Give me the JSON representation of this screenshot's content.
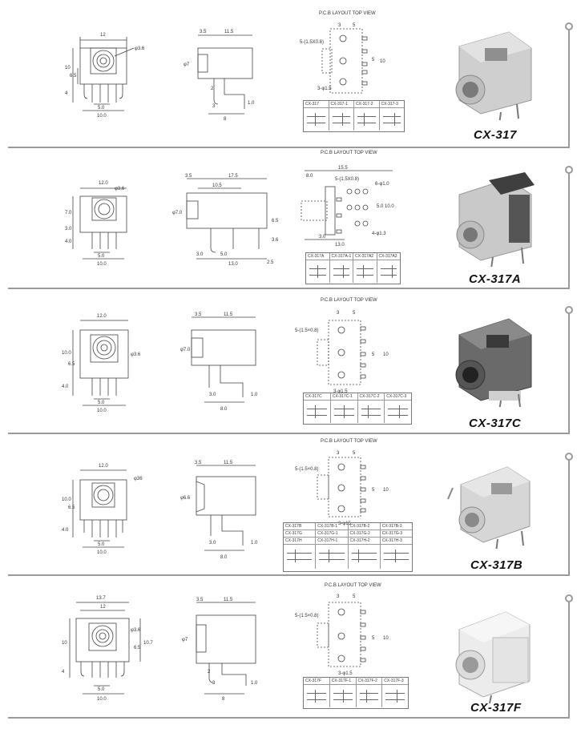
{
  "pcb_title": "P.C.B LAYOUT    TOP VIEW",
  "colors": {
    "frame": "#9a9a9a",
    "part_light": "#d4d4d4",
    "part_dark": "#555555",
    "line": "#444444"
  },
  "sections": [
    {
      "model": "CX-317",
      "front": {
        "width_top": "12",
        "hole": "φ3.6",
        "height_total": "10",
        "height_mid": "6.5",
        "pin_len": "4",
        "pin_pitch": "5.0",
        "width_bottom": "10.0"
      },
      "side": {
        "a": "3.5",
        "b": "11.5",
        "dia": "φ7",
        "pin": "2",
        "c": "3",
        "d": "8",
        "e": "1.0"
      },
      "pcb": {
        "top1": "3",
        "top2": "5",
        "slot": "5-(1.5X0.8)",
        "v1": "5",
        "v2": "10",
        "hole": "3-φ1.5"
      },
      "table": [
        [
          "CX-317",
          "CX-317-1",
          "CX-317-2",
          "CX-317-3"
        ]
      ]
    },
    {
      "model": "CX-317A",
      "front": {
        "width_top": "12.0",
        "hole": "φ3.6",
        "height_total": "7.0",
        "height_mid": "3.0",
        "pin_len": "4.0",
        "pin_pitch": "5.0",
        "width_bottom": "10.0"
      },
      "side": {
        "a": "3.5",
        "b": "17.5",
        "c2": "10.5",
        "dia": "φ7.0",
        "d": "3.0",
        "e": "5.0",
        "f": "13.0",
        "g": "2.5",
        "h": "6.5",
        "i": "3.6"
      },
      "pcb": {
        "top0": "15.5",
        "top1": "8.0",
        "slot": "5-(1.5X0.8)",
        "hole6": "6-φ1.0",
        "v1": "5.0",
        "v2": "10.0",
        "hole4": "4-φ1.3",
        "bot1": "3.0",
        "bot2": "13.0"
      },
      "table": [
        [
          "CX-317A",
          "CX-317A-1",
          "CX-317A2",
          "CX-317A3"
        ]
      ]
    },
    {
      "model": "CX-317C",
      "front": {
        "width_top": "12.0",
        "hole": "φ3.6",
        "height_total": "10.0",
        "height_mid": "6.5",
        "pin_len": "4.0",
        "pin_pitch": "5.0",
        "width_bottom": "10.0"
      },
      "side": {
        "a": "3.5",
        "b": "11.5",
        "dia": "φ7.0",
        "c": "3.0",
        "d": "8.0",
        "e": "1.0"
      },
      "pcb": {
        "top1": "3",
        "top2": "5",
        "slot": "5-(1.5×0.8)",
        "v1": "5",
        "v2": "10",
        "hole": "3-φ1.5"
      },
      "table": [
        [
          "CX-317C",
          "CX-317C-1",
          "CX-317C-2",
          "CX-317C-3"
        ]
      ]
    },
    {
      "model": "CX-317B",
      "front": {
        "width_top": "12.0",
        "hole": "φ36",
        "height_total": "10.0",
        "height_mid": "6.5",
        "pin_len": "4.0",
        "pin_pitch": "5.0",
        "width_bottom": "10.0"
      },
      "side": {
        "a": "3.5",
        "b": "11.5",
        "dia": "φ6.6",
        "c": "3.0",
        "d": "8.0",
        "e": "1.0"
      },
      "pcb": {
        "top1": "3",
        "top2": "5",
        "slot": "5-(1.5×0.8)",
        "v1": "5",
        "v2": "10",
        "hole": "3-φ15"
      },
      "table": [
        [
          "CX-317B",
          "CX-317B-1",
          "CX-317B-2",
          "CX-317B-3"
        ],
        [
          "CX-317G",
          "CX-317G-1",
          "CX-317G-2",
          "CX-317G-3"
        ],
        [
          "CX-317H",
          "CX-317H-1",
          "CX-317H-2",
          "CX-317H-3"
        ]
      ]
    },
    {
      "model": "CX-317F",
      "front": {
        "width_top": "13.7",
        "width_top2": "12",
        "hole": "φ3.6",
        "height_total": "10",
        "height_mid": "6.5",
        "height_right": "10.7",
        "pin_len": "4",
        "pin_pitch": "5.0",
        "width_bottom": "10.0"
      },
      "side": {
        "a": "3.5",
        "b": "11.5",
        "dia": "φ7",
        "pin": "2",
        "c": "3",
        "d": "8",
        "e": "1.0"
      },
      "pcb": {
        "top1": "3",
        "top2": "5",
        "slot": "5-(1.5×0.8)",
        "v1": "5",
        "v2": "10",
        "hole": "3-φ1.5"
      },
      "table": [
        [
          "CX-317F",
          "CX-317F-1",
          "CX-317F-2",
          "CX-317F-3"
        ]
      ]
    }
  ]
}
